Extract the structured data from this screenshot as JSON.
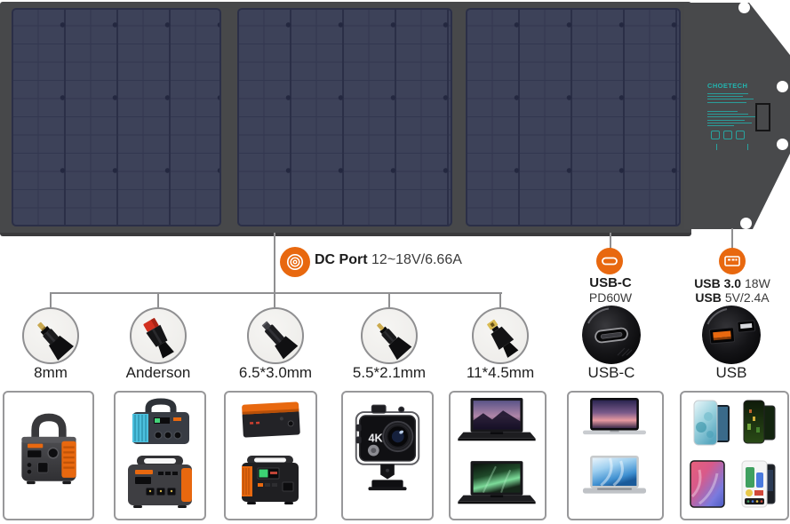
{
  "panel": {
    "brand": "CHOETECH"
  },
  "outputs": {
    "dc": {
      "label": "DC Port",
      "spec": "12~18V/6.66A"
    },
    "usb_c": {
      "label": "USB-C",
      "spec": "PD60W"
    },
    "usb": {
      "row1_label": "USB 3.0",
      "row1_spec": "18W",
      "row2_label": "USB",
      "row2_spec": "5V/2.4A"
    }
  },
  "connectors": {
    "labels": [
      "8mm",
      "Anderson",
      "6.5*3.0mm",
      "5.5*2.1mm",
      "11*4.5mm",
      "USB-C",
      "USB"
    ]
  },
  "devices": {
    "camera_badge": "4K"
  },
  "icons": {
    "dc_port": "dc-target-icon",
    "usb_c_port": "usb-c-pill-icon",
    "usb_a_port": "usb-a-port-icon"
  },
  "colors": {
    "accent_orange": "#E8680F",
    "brand_teal": "#23B3AE",
    "line_gray": "#8F8F91",
    "cell_navy": "#3D4259"
  }
}
